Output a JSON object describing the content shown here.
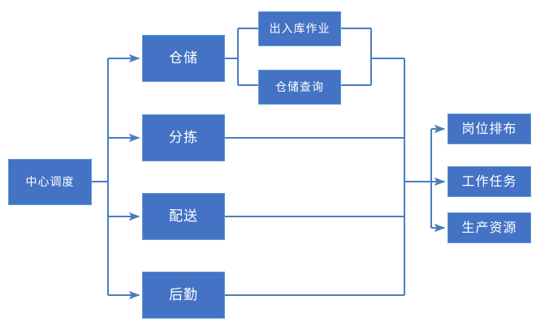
{
  "diagram": {
    "type": "flowchart",
    "orientation": "left-to-right",
    "title": "",
    "colors": {
      "node_fill": "#4472C4",
      "node_border": "#5B9BD5",
      "connector": "#4A7EBB",
      "node_text": "#FFFFFF",
      "background": "#FFFFFF"
    },
    "root": {
      "id": "center-dispatch",
      "label": "中心调度"
    },
    "branches": [
      {
        "id": "warehouse",
        "label": "仓储"
      },
      {
        "id": "sorting",
        "label": "分拣"
      },
      {
        "id": "delivery",
        "label": "配送"
      },
      {
        "id": "logistics",
        "label": "后勤"
      }
    ],
    "warehouse_children": [
      {
        "id": "inbound-outbound",
        "label": "出入库作业"
      },
      {
        "id": "warehouse-query",
        "label": "仓储查询"
      }
    ],
    "outputs": [
      {
        "id": "post-layout",
        "label": "岗位排布"
      },
      {
        "id": "work-task",
        "label": "工作任务"
      },
      {
        "id": "production-resource",
        "label": "生产资源"
      }
    ],
    "edges": [
      {
        "from": "center-dispatch",
        "to": "warehouse",
        "arrow": true
      },
      {
        "from": "center-dispatch",
        "to": "sorting",
        "arrow": true
      },
      {
        "from": "center-dispatch",
        "to": "delivery",
        "arrow": true
      },
      {
        "from": "center-dispatch",
        "to": "logistics",
        "arrow": true
      },
      {
        "from": "warehouse",
        "to": "inbound-outbound",
        "arrow": false
      },
      {
        "from": "warehouse",
        "to": "warehouse-query",
        "arrow": false
      },
      {
        "from": "inbound-outbound",
        "to": "collector",
        "arrow": false
      },
      {
        "from": "warehouse-query",
        "to": "collector",
        "arrow": false
      },
      {
        "from": "sorting",
        "to": "collector",
        "arrow": false
      },
      {
        "from": "delivery",
        "to": "collector",
        "arrow": false
      },
      {
        "from": "logistics",
        "to": "collector",
        "arrow": false
      },
      {
        "from": "collector",
        "to": "post-layout",
        "arrow": true
      },
      {
        "from": "collector",
        "to": "work-task",
        "arrow": true
      },
      {
        "from": "collector",
        "to": "production-resource",
        "arrow": true
      }
    ]
  }
}
